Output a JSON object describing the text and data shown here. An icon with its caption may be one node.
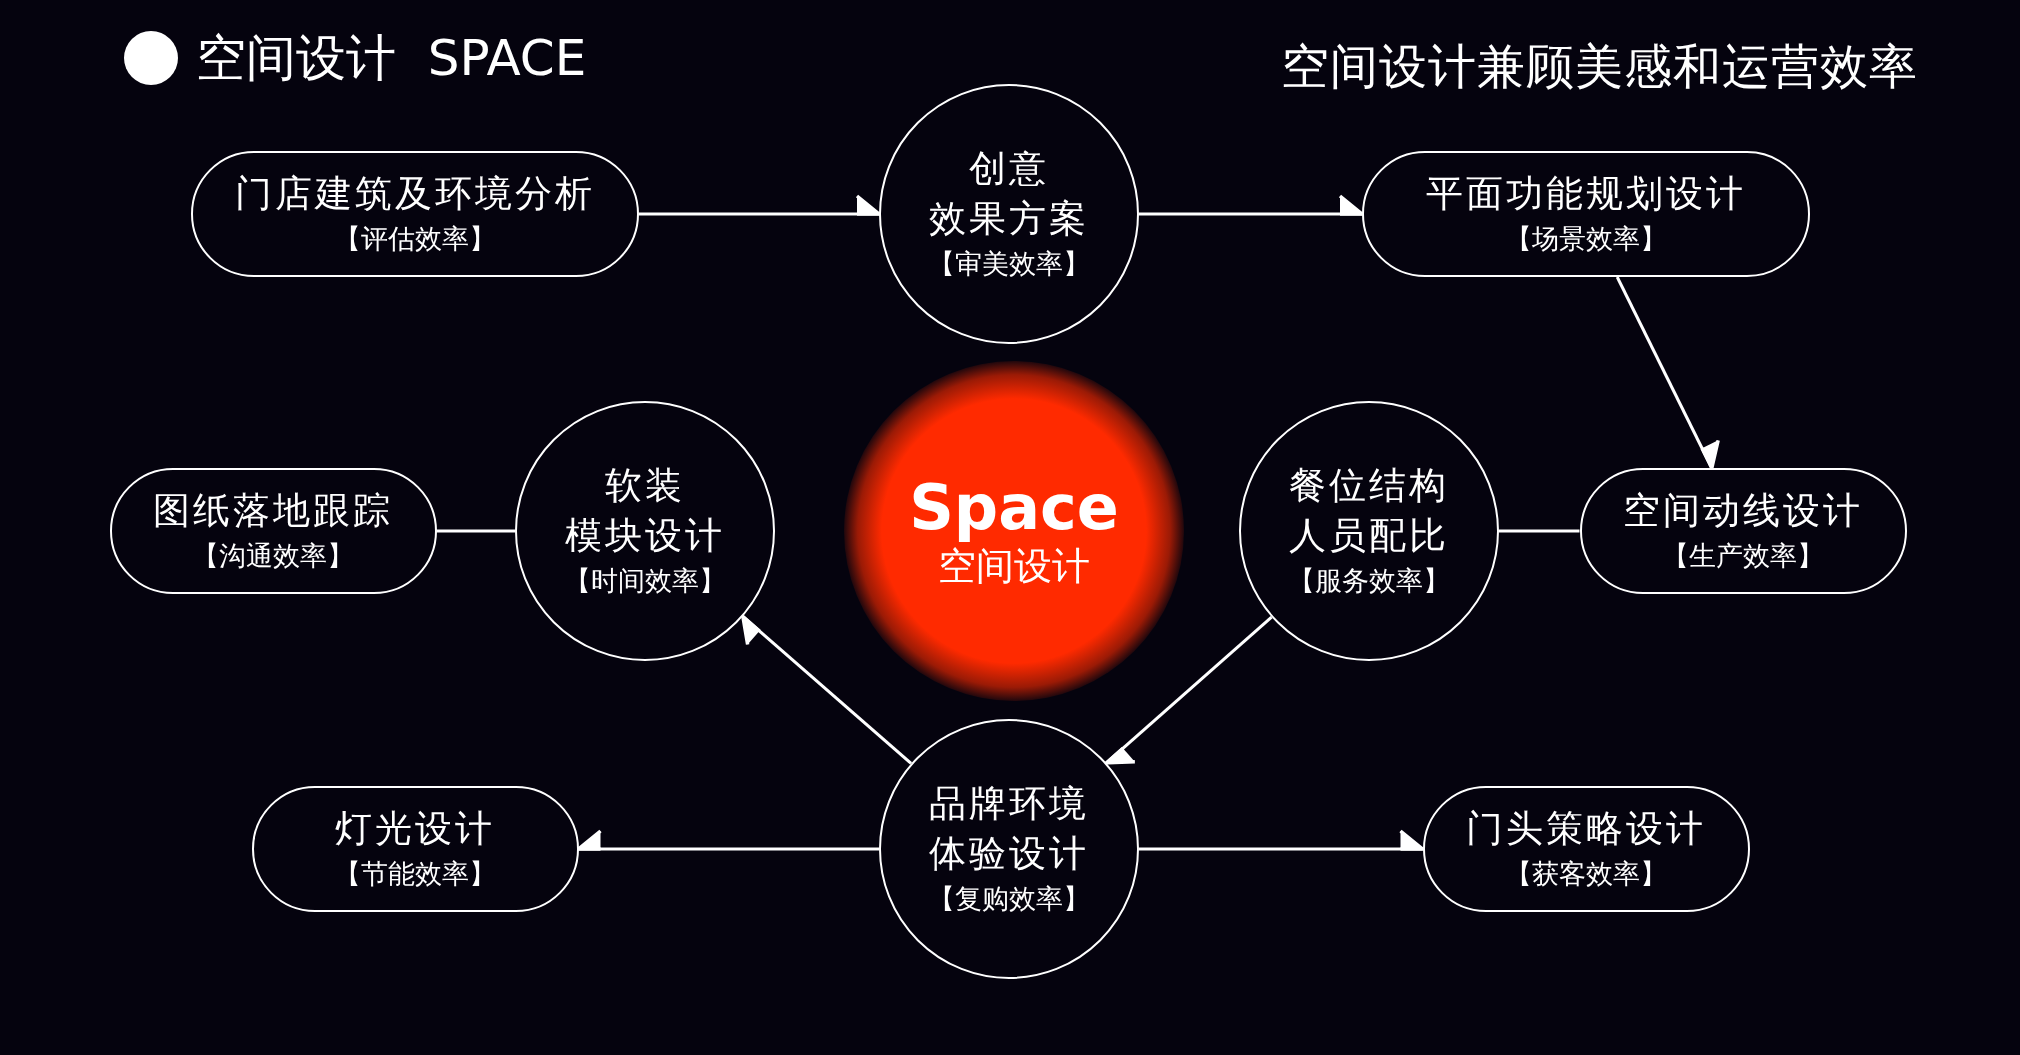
{
  "diagram": {
    "title": "空间设计  SPACE",
    "nodes": [
      {
        "text": [
          "门店建筑及环境分析",
          "【评估效率】"
        ]
      },
      {
        "text": [
          "创意",
          "效果方案",
          "【审美效率】"
        ]
      },
      {
        "text": [
          "平面功能规划设计",
          "【场景效率】"
        ]
      },
      {
        "text": [
          "空间动线设计",
          "【生产效率】"
        ]
      },
      {
        "text": [
          "餐位结构",
          "人员配比",
          "【服务效率】"
        ]
      },
      {
        "text": [
          "Space",
          "空间设计"
        ]
      },
      {
        "text": [
          "软装",
          "模块设计",
          "【时间效率】"
        ]
      },
      {
        "text": [
          "图纸落地跟踪",
          "【沟通效率】"
        ]
      },
      {
        "text": [
          "品牌环境",
          "体验设计",
          "【复购效率】"
        ]
      },
      {
        "text": [
          "灯光设计",
          "【节能效率】"
        ]
      },
      {
        "text": [
          "门头策略设计",
          "【获客效率】"
        ]
      }
    ],
    "edges": [
      {
        "from": 0,
        "to": 1,
        "arrow": "to"
      },
      {
        "from": 1,
        "to": 2,
        "arrow": "to"
      },
      {
        "from": 2,
        "to": 3,
        "arrow": "to"
      },
      {
        "from": 4,
        "to": 3,
        "arrow": "none"
      },
      {
        "from": 7,
        "to": 6,
        "arrow": "none"
      },
      {
        "from": 8,
        "to": 6,
        "arrow": "to"
      },
      {
        "from": 4,
        "to": 8,
        "arrow": "to"
      },
      {
        "from": 8,
        "to": 9,
        "arrow": "to"
      },
      {
        "from": 8,
        "to": 10,
        "arrow": "to"
      }
    ],
    "labels": [
      "空间设计兼顾美感和运营效率"
    ]
  }
}
